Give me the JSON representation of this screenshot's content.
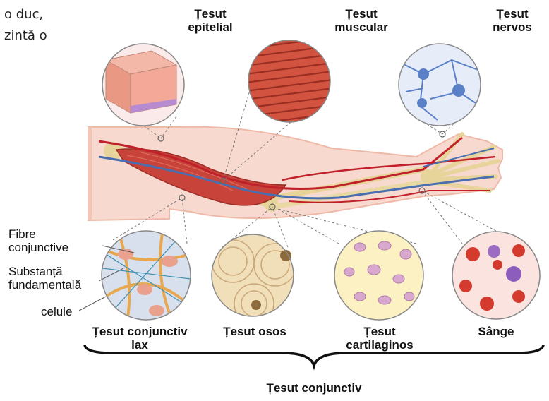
{
  "text_fragment": {
    "line1": "o duc,",
    "line2": "zintă o"
  },
  "tissues": {
    "epitelial": [
      "Țesut",
      "epitelial"
    ],
    "muscular": [
      "Țesut",
      "muscular"
    ],
    "nervos": [
      "Țesut",
      "nervos"
    ],
    "conjunctiv_lax": [
      "Țesut conjunctiv",
      "lax"
    ],
    "osos": "Țesut osos",
    "cartilaginos": [
      "Țesut",
      "cartilaginos"
    ],
    "sange": "Sânge"
  },
  "side_labels": {
    "fibre": [
      "Fibre",
      "conjunctive"
    ],
    "substanta": [
      "Substanță",
      "fundamentală"
    ],
    "celule": "celule"
  },
  "group_label": "Țesut conjunctiv",
  "colors": {
    "muscle": "#c8443a",
    "bone": "#e6d49a",
    "artery": "#c0202a",
    "vein": "#4a6fb0",
    "skin": "#f7d9cf"
  }
}
